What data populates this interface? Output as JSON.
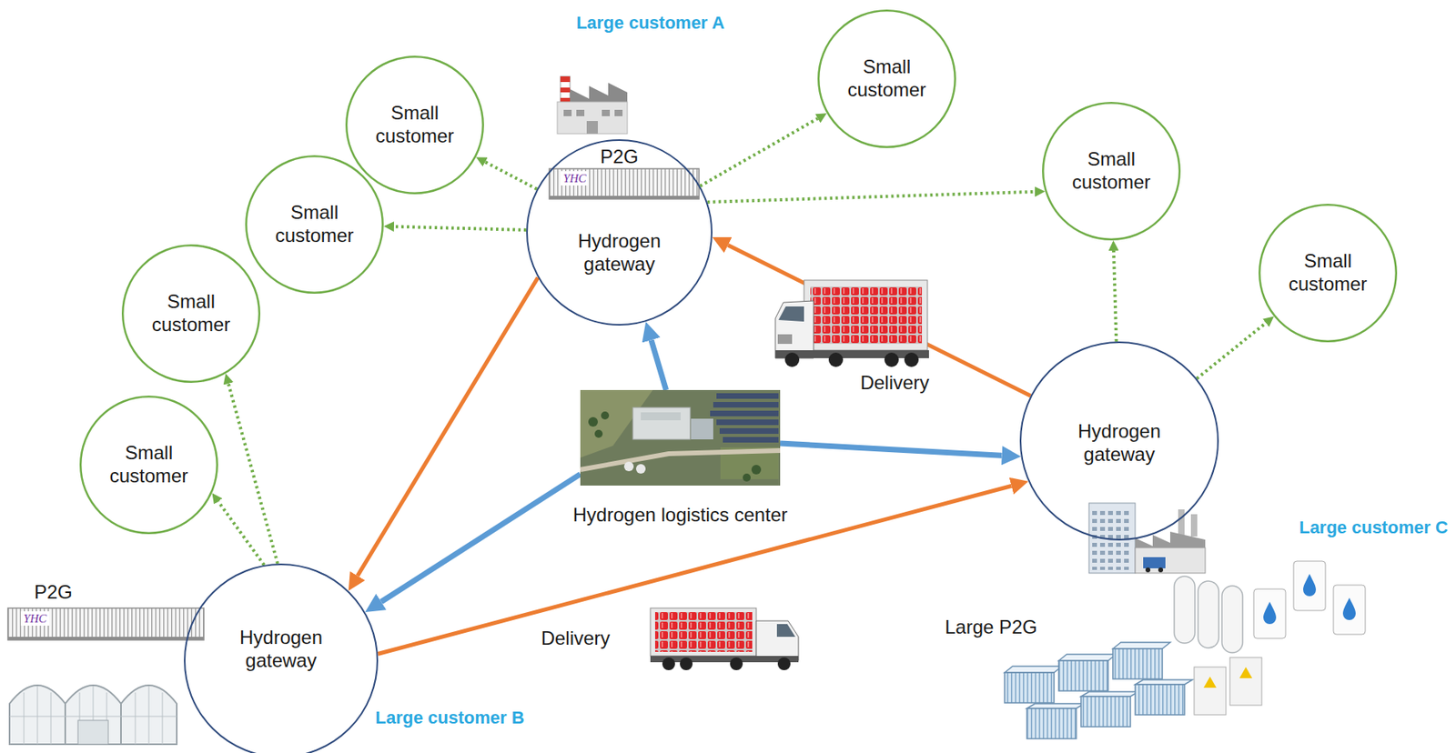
{
  "diagram": {
    "nodes": [
      {
        "text": [
          "Small customer"
        ]
      },
      {
        "text": [
          "Small customer"
        ]
      },
      {
        "text": [
          "P2G",
          "Hydrogen gateway"
        ]
      },
      {
        "text": [
          "Small customer"
        ]
      },
      {
        "text": [
          "Small customer"
        ]
      },
      {
        "text": [
          "Small customer"
        ]
      },
      {
        "text": [
          "Small customer"
        ]
      },
      {
        "text": [
          "Hydrogen logistics center"
        ]
      },
      {
        "text": [
          "Hydrogen gateway"
        ]
      },
      {
        "text": [
          "Small customer"
        ]
      },
      {
        "text": [
          "Hydrogen gateway"
        ]
      }
    ],
    "edges": [
      {
        "from": 2,
        "to": 0,
        "arrow": "to"
      },
      {
        "from": 2,
        "to": 4,
        "arrow": "to"
      },
      {
        "from": 2,
        "to": 1,
        "arrow": "to"
      },
      {
        "from": 2,
        "to": 3,
        "arrow": "to"
      },
      {
        "from": 8,
        "to": 3,
        "arrow": "to"
      },
      {
        "from": 8,
        "to": 5,
        "arrow": "to"
      },
      {
        "from": 10,
        "to": 6,
        "arrow": "to"
      },
      {
        "from": 10,
        "to": 9,
        "arrow": "to"
      },
      {
        "from": 7,
        "to": 2,
        "arrow": "to"
      },
      {
        "from": 7,
        "to": 8,
        "arrow": "to"
      },
      {
        "from": 7,
        "to": 10,
        "arrow": "to"
      },
      {
        "from": 2,
        "to": 10,
        "arrow": "to"
      },
      {
        "from": 8,
        "to": 2,
        "arrow": "to"
      },
      {
        "from": 10,
        "to": 8,
        "arrow": "to"
      }
    ],
    "labels": [
      "Large customer A",
      "YHC",
      "Delivery",
      "Large customer C",
      "P2G",
      "YHC",
      "Large P2G",
      "Delivery",
      "Large customer B"
    ]
  }
}
